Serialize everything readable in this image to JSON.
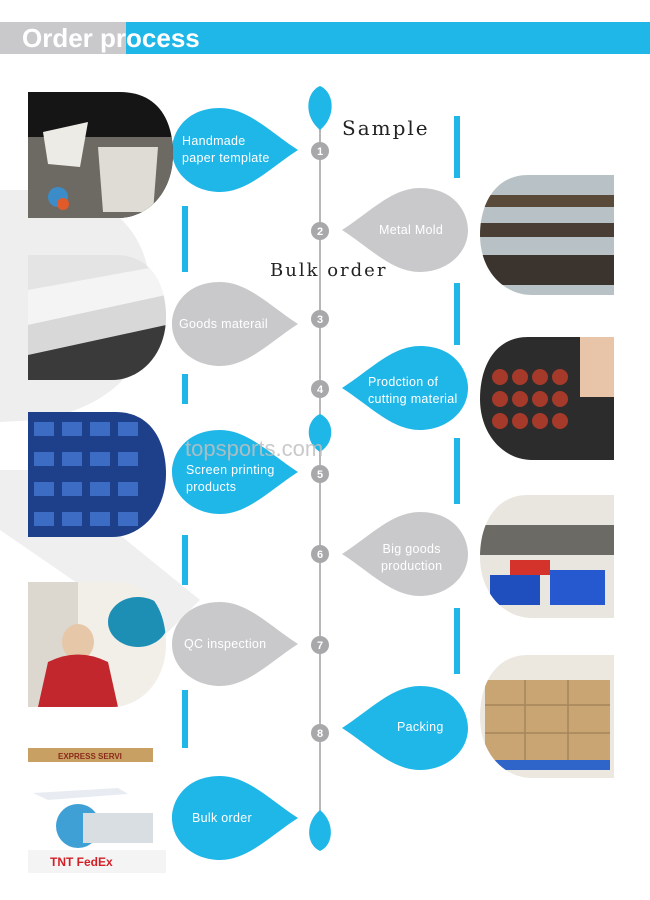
{
  "header": {
    "title": "Order process"
  },
  "stages": {
    "sample": "Sample",
    "bulk": "Bulk order"
  },
  "watermark": "topsports.com",
  "steps": [
    {
      "number": "1",
      "label": "Handmade paper template",
      "line1": "Handmade",
      "line2": "paper template",
      "color": "blue",
      "photo": "paper-template-photo"
    },
    {
      "number": "2",
      "label": "Metal Mold",
      "line1": "Metal Mold",
      "line2": "",
      "color": "grey",
      "photo": "metal-mold-photo"
    },
    {
      "number": "3",
      "label": "Goods materail",
      "line1": "Goods materail",
      "line2": "",
      "color": "grey",
      "photo": "goods-material-photo"
    },
    {
      "number": "4",
      "label": "Prodction of cutting material",
      "line1": "Prodction of",
      "line2": "cutting material",
      "color": "blue",
      "photo": "cutting-material-photo"
    },
    {
      "number": "5",
      "label": "Screen printing products",
      "line1": "Screen printing",
      "line2": "products",
      "color": "blue",
      "photo": "screen-printing-photo"
    },
    {
      "number": "6",
      "label": "Big goods production",
      "line1": "Big goods",
      "line2": "production",
      "color": "grey",
      "photo": "big-goods-photo"
    },
    {
      "number": "7",
      "label": "QC inspection",
      "line1": "QC inspection",
      "line2": "",
      "color": "grey",
      "photo": "qc-inspection-photo"
    },
    {
      "number": "8",
      "label": "Packing",
      "line1": "Packing",
      "line2": "",
      "color": "blue",
      "photo": "packing-photo"
    },
    {
      "number": "",
      "label": "Bulk order",
      "line1": "Bulk order",
      "line2": "",
      "color": "blue",
      "photo": "shipping-photo"
    }
  ],
  "shipping_photo": {
    "banner": "EXPRESS SERVI",
    "logos": "TNT FedEx"
  },
  "colors": {
    "blue": "#1fb6e8",
    "grey": "#c9c9cb",
    "node": "#a8a8aa",
    "photo_dark": "#2b2b2b"
  }
}
